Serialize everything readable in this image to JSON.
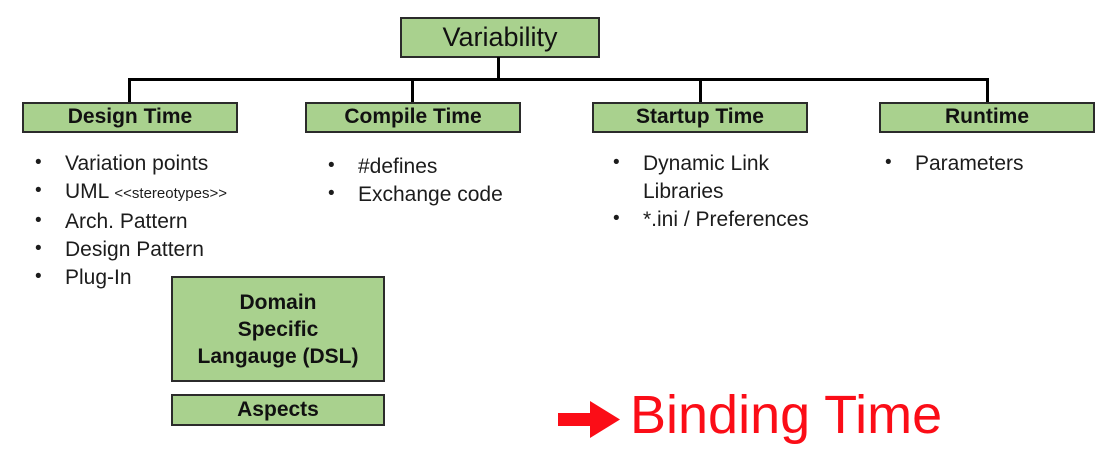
{
  "colors": {
    "box_fill": "#a9d18e",
    "box_border": "#2b2b2b",
    "connector": "#000000",
    "accent_red": "#fb0d17",
    "text": "#1c1c1c"
  },
  "root": {
    "label": "Variability"
  },
  "branches": [
    {
      "header": "Design Time",
      "items": [
        {
          "text": "Variation points"
        },
        {
          "text": "UML",
          "small": "<<stereotypes>>"
        },
        {
          "text": "Arch. Pattern"
        },
        {
          "text": "Design Pattern"
        },
        {
          "text": "Plug-In"
        }
      ]
    },
    {
      "header": "Compile Time",
      "items": [
        {
          "text": "#defines"
        },
        {
          "text": "Exchange code"
        }
      ]
    },
    {
      "header": "Startup Time",
      "items": [
        {
          "text": "Dynamic Link Libraries"
        },
        {
          "text": "*.ini / Preferences"
        }
      ]
    },
    {
      "header": "Runtime",
      "items": [
        {
          "text": "Parameters"
        }
      ]
    }
  ],
  "sub_boxes": {
    "dsl": "Domain\nSpecific\nLangauge (DSL)",
    "aspects": "Aspects"
  },
  "footer": {
    "arrow_icon": "right-arrow",
    "label": "Binding Time"
  }
}
